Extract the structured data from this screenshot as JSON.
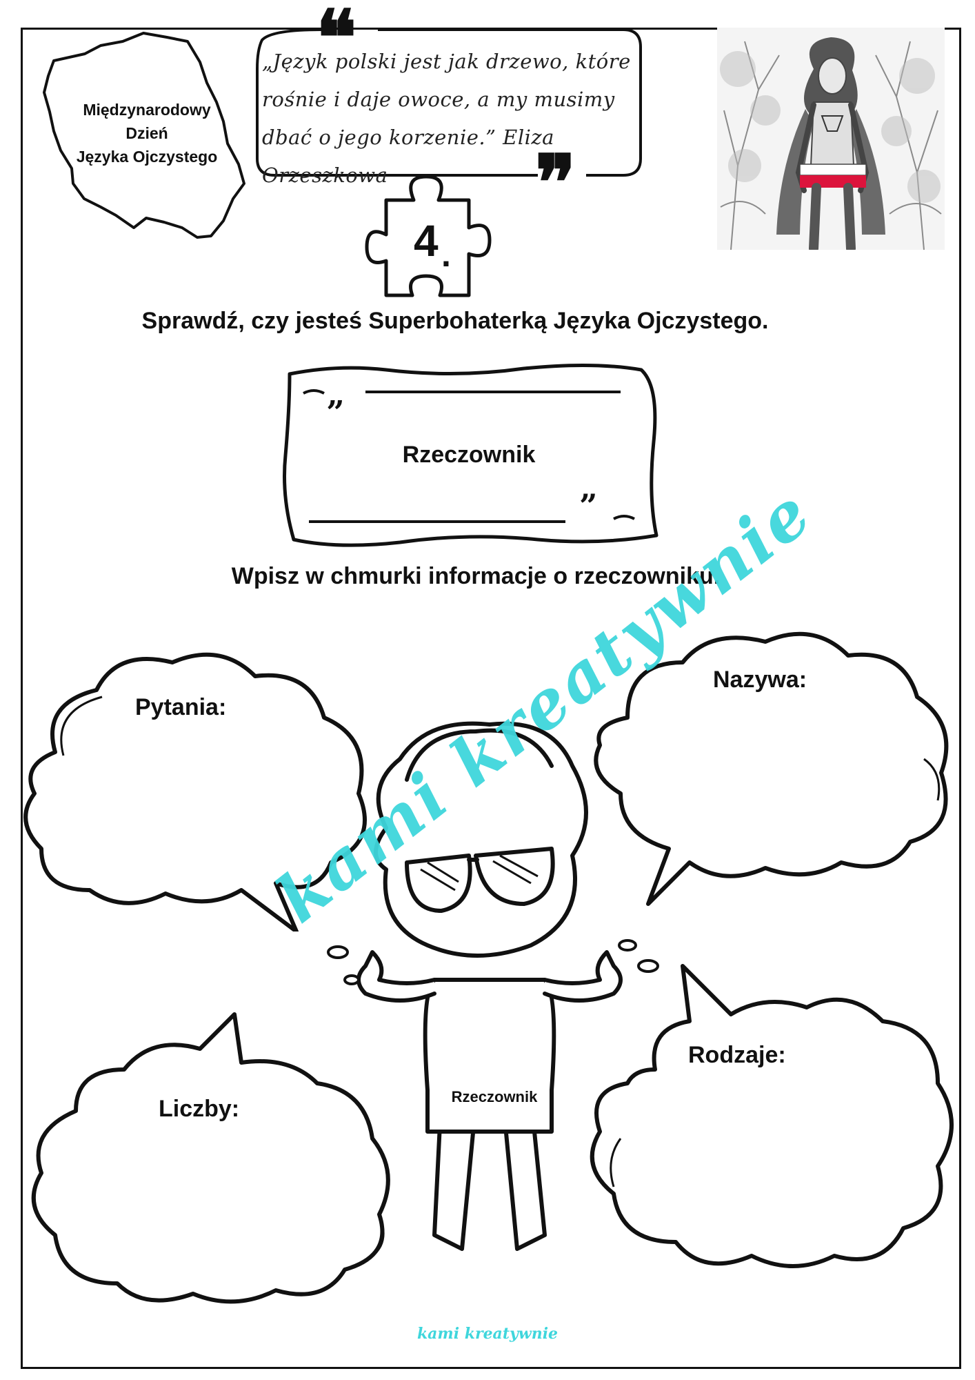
{
  "header": {
    "country_label_lines": [
      "Międzynarodowy",
      "Dzień",
      "Języka Ojczystego"
    ],
    "quote": "„Język polski jest jak drzewo, które rośnie i daje owoce, a my musimy dbać o jego korzenie.” Eliza Orzeszkowa",
    "quote_lines": [
      "„Język polski jest jak drzewo, które",
      "rośnie i daje owoce, a my musimy",
      "dbać o jego korzenie.” Eliza Orzeszkowa"
    ],
    "quote_open_mark": "❝",
    "quote_close_mark": "❞",
    "puzzle_number": "4",
    "puzzle_dot": "."
  },
  "task": {
    "title": "Sprawdź, czy jesteś Superbohaterką Języka Ojczystego.",
    "topic": "Rzeczownik",
    "instruction": "Wpisz w chmurki informacje o rzeczowniku."
  },
  "clouds": {
    "questions": "Pytania:",
    "names": "Nazywa:",
    "kinds": "Rodzaje:",
    "numbers": "Liczby:"
  },
  "character": {
    "shirt_text": "Rzeczownik"
  },
  "branding": {
    "watermark": "kami kreatywnie",
    "footer": "kami kreatywnie",
    "accent_color": "#3fd6dc",
    "flag_colors": [
      "#ffffff",
      "#dc143c"
    ]
  }
}
